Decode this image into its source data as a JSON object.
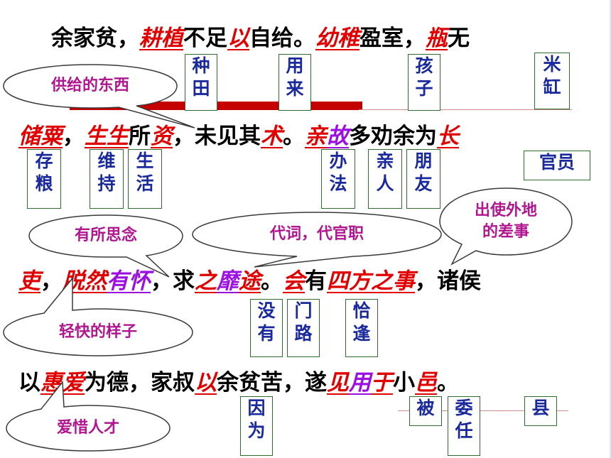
{
  "lines": [
    {
      "id": "l1",
      "segs": [
        {
          "t": "余家贫，",
          "s": ""
        },
        {
          "t": "耕植",
          "s": "red"
        },
        {
          "t": "不足",
          "s": ""
        },
        {
          "t": "以",
          "s": "red"
        },
        {
          "t": "自给。",
          "s": ""
        },
        {
          "t": "幼稚",
          "s": "red"
        },
        {
          "t": "盈室，",
          "s": ""
        },
        {
          "t": "瓶",
          "s": "red"
        },
        {
          "t": "无",
          "s": ""
        }
      ]
    },
    {
      "id": "l2",
      "segs": [
        {
          "t": "储粟",
          "s": "red"
        },
        {
          "t": "，",
          "s": ""
        },
        {
          "t": "生生",
          "s": "red"
        },
        {
          "t": "所",
          "s": ""
        },
        {
          "t": "资",
          "s": "red"
        },
        {
          "t": "，未见其",
          "s": ""
        },
        {
          "t": "术",
          "s": "red"
        },
        {
          "t": "。",
          "s": ""
        },
        {
          "t": "亲",
          "s": "red"
        },
        {
          "t": "故",
          "s": "purple"
        },
        {
          "t": "多劝余为",
          "s": ""
        },
        {
          "t": "长",
          "s": "red"
        }
      ]
    },
    {
      "id": "l3",
      "segs": [
        {
          "t": "吏",
          "s": "red"
        },
        {
          "t": "，",
          "s": ""
        },
        {
          "t": "脱然",
          "s": "red"
        },
        {
          "t": "有怀",
          "s": "purple"
        },
        {
          "t": "，求",
          "s": ""
        },
        {
          "t": "之",
          "s": "red"
        },
        {
          "t": "靡",
          "s": "purple"
        },
        {
          "t": "途",
          "s": "red"
        },
        {
          "t": "。",
          "s": ""
        },
        {
          "t": "会",
          "s": "red"
        },
        {
          "t": "有",
          "s": ""
        },
        {
          "t": "四方之事",
          "s": "red"
        },
        {
          "t": "，诸侯",
          "s": ""
        }
      ]
    },
    {
      "id": "l4",
      "segs": [
        {
          "t": "以",
          "s": ""
        },
        {
          "t": "惠爱",
          "s": "red"
        },
        {
          "t": "为德，家叔",
          "s": ""
        },
        {
          "t": "以",
          "s": "red"
        },
        {
          "t": "余贫苦，遂",
          "s": ""
        },
        {
          "t": "见",
          "s": "red"
        },
        {
          "t": "用",
          "s": "purple"
        },
        {
          "t": "于",
          "s": "red"
        },
        {
          "t": "小",
          "s": ""
        },
        {
          "t": "邑",
          "s": "red"
        },
        {
          "t": "。",
          "s": ""
        }
      ]
    }
  ],
  "glosses": [
    {
      "id": "g1",
      "text": "种\n田"
    },
    {
      "id": "g2",
      "text": "用\n来"
    },
    {
      "id": "g3",
      "text": "孩\n子"
    },
    {
      "id": "g4",
      "text": "米\n缸"
    },
    {
      "id": "g5",
      "text": "存\n粮"
    },
    {
      "id": "g6",
      "text": "维\n持"
    },
    {
      "id": "g7",
      "text": "生\n活"
    },
    {
      "id": "g8",
      "text": "办\n法"
    },
    {
      "id": "g9",
      "text": "亲\n人"
    },
    {
      "id": "g10",
      "text": "朋\n友"
    },
    {
      "id": "g11",
      "text": "官员"
    },
    {
      "id": "g12",
      "text": "没\n有"
    },
    {
      "id": "g13",
      "text": "门\n路"
    },
    {
      "id": "g14",
      "text": "恰\n逢"
    },
    {
      "id": "g15",
      "text": "因\n为"
    },
    {
      "id": "g16",
      "text": "被"
    },
    {
      "id": "g17",
      "text": "委\n任"
    },
    {
      "id": "g18",
      "text": "县"
    }
  ],
  "bubbles": [
    {
      "id": "b1",
      "text": "供给的东西"
    },
    {
      "id": "b2",
      "text": "有所思念"
    },
    {
      "id": "b3",
      "text": "代词，代官职"
    },
    {
      "id": "b4",
      "text": "出使外地\n的差事"
    },
    {
      "id": "b5",
      "text": "轻快的样子"
    },
    {
      "id": "b6",
      "text": "爱惜人才"
    }
  ],
  "colors": {
    "red": "#e00000",
    "purple": "#9b10e0",
    "gloss_text": "#1a2a9c",
    "gloss_border": "#2f6b2f",
    "bubble_text": "#b0168f"
  }
}
